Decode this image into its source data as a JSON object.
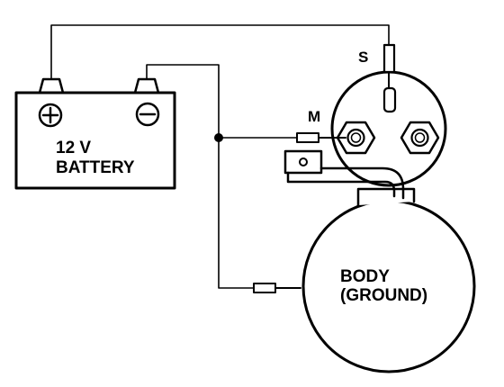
{
  "diagram": {
    "battery": {
      "voltage_label": "12 V",
      "name_label": "BATTERY",
      "positive_symbol": "+",
      "negative_symbol": "−"
    },
    "solenoid": {
      "s_terminal_label": "S",
      "m_terminal_label": "M"
    },
    "motor": {
      "body_label": "BODY",
      "ground_label": "(GROUND)"
    },
    "colors": {
      "line": "#000000",
      "background": "#ffffff"
    }
  }
}
